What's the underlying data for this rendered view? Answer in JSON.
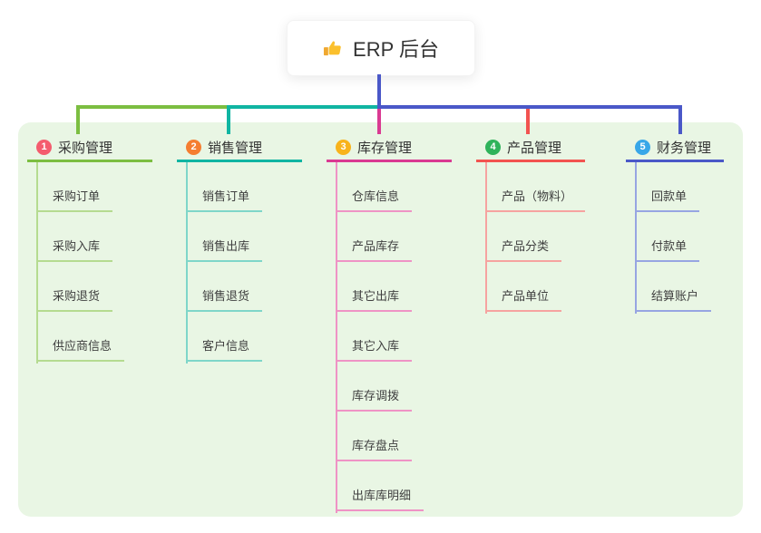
{
  "root": {
    "title": "ERP 后台",
    "icon": "thumbs-up-icon"
  },
  "canvas": {
    "page_bg": "#ffffff",
    "panel_bg": "#e9f6e4",
    "root_connector_color": "#4a58c8",
    "text_color": "#333333"
  },
  "branches": [
    {
      "index": "1",
      "title": "采购管理",
      "badge_color": "#f45c6e",
      "line_color": "#7cbe41",
      "child_line_color": "#b5db90",
      "children": [
        "采购订单",
        "采购入库",
        "采购退货",
        "供应商信息"
      ]
    },
    {
      "index": "2",
      "title": "销售管理",
      "badge_color": "#f57e31",
      "line_color": "#10b5a2",
      "child_line_color": "#7fd6c9",
      "children": [
        "销售订单",
        "销售出库",
        "销售退货",
        "客户信息"
      ]
    },
    {
      "index": "3",
      "title": "库存管理",
      "badge_color": "#f8b31b",
      "line_color": "#da3a92",
      "child_line_color": "#ef93c5",
      "children": [
        "仓库信息",
        "产品库存",
        "其它出库",
        "其它入库",
        "库存调拨",
        "库存盘点",
        "出库库明细"
      ]
    },
    {
      "index": "4",
      "title": "产品管理",
      "badge_color": "#2fb35b",
      "line_color": "#f25350",
      "child_line_color": "#f6a3a0",
      "children": [
        "产品（物料）",
        "产品分类",
        "产品单位"
      ]
    },
    {
      "index": "5",
      "title": "财务管理",
      "badge_color": "#38a7e8",
      "line_color": "#4a58c8",
      "child_line_color": "#97a5e2",
      "children": [
        "回款单",
        "付款单",
        "结算账户"
      ]
    }
  ]
}
